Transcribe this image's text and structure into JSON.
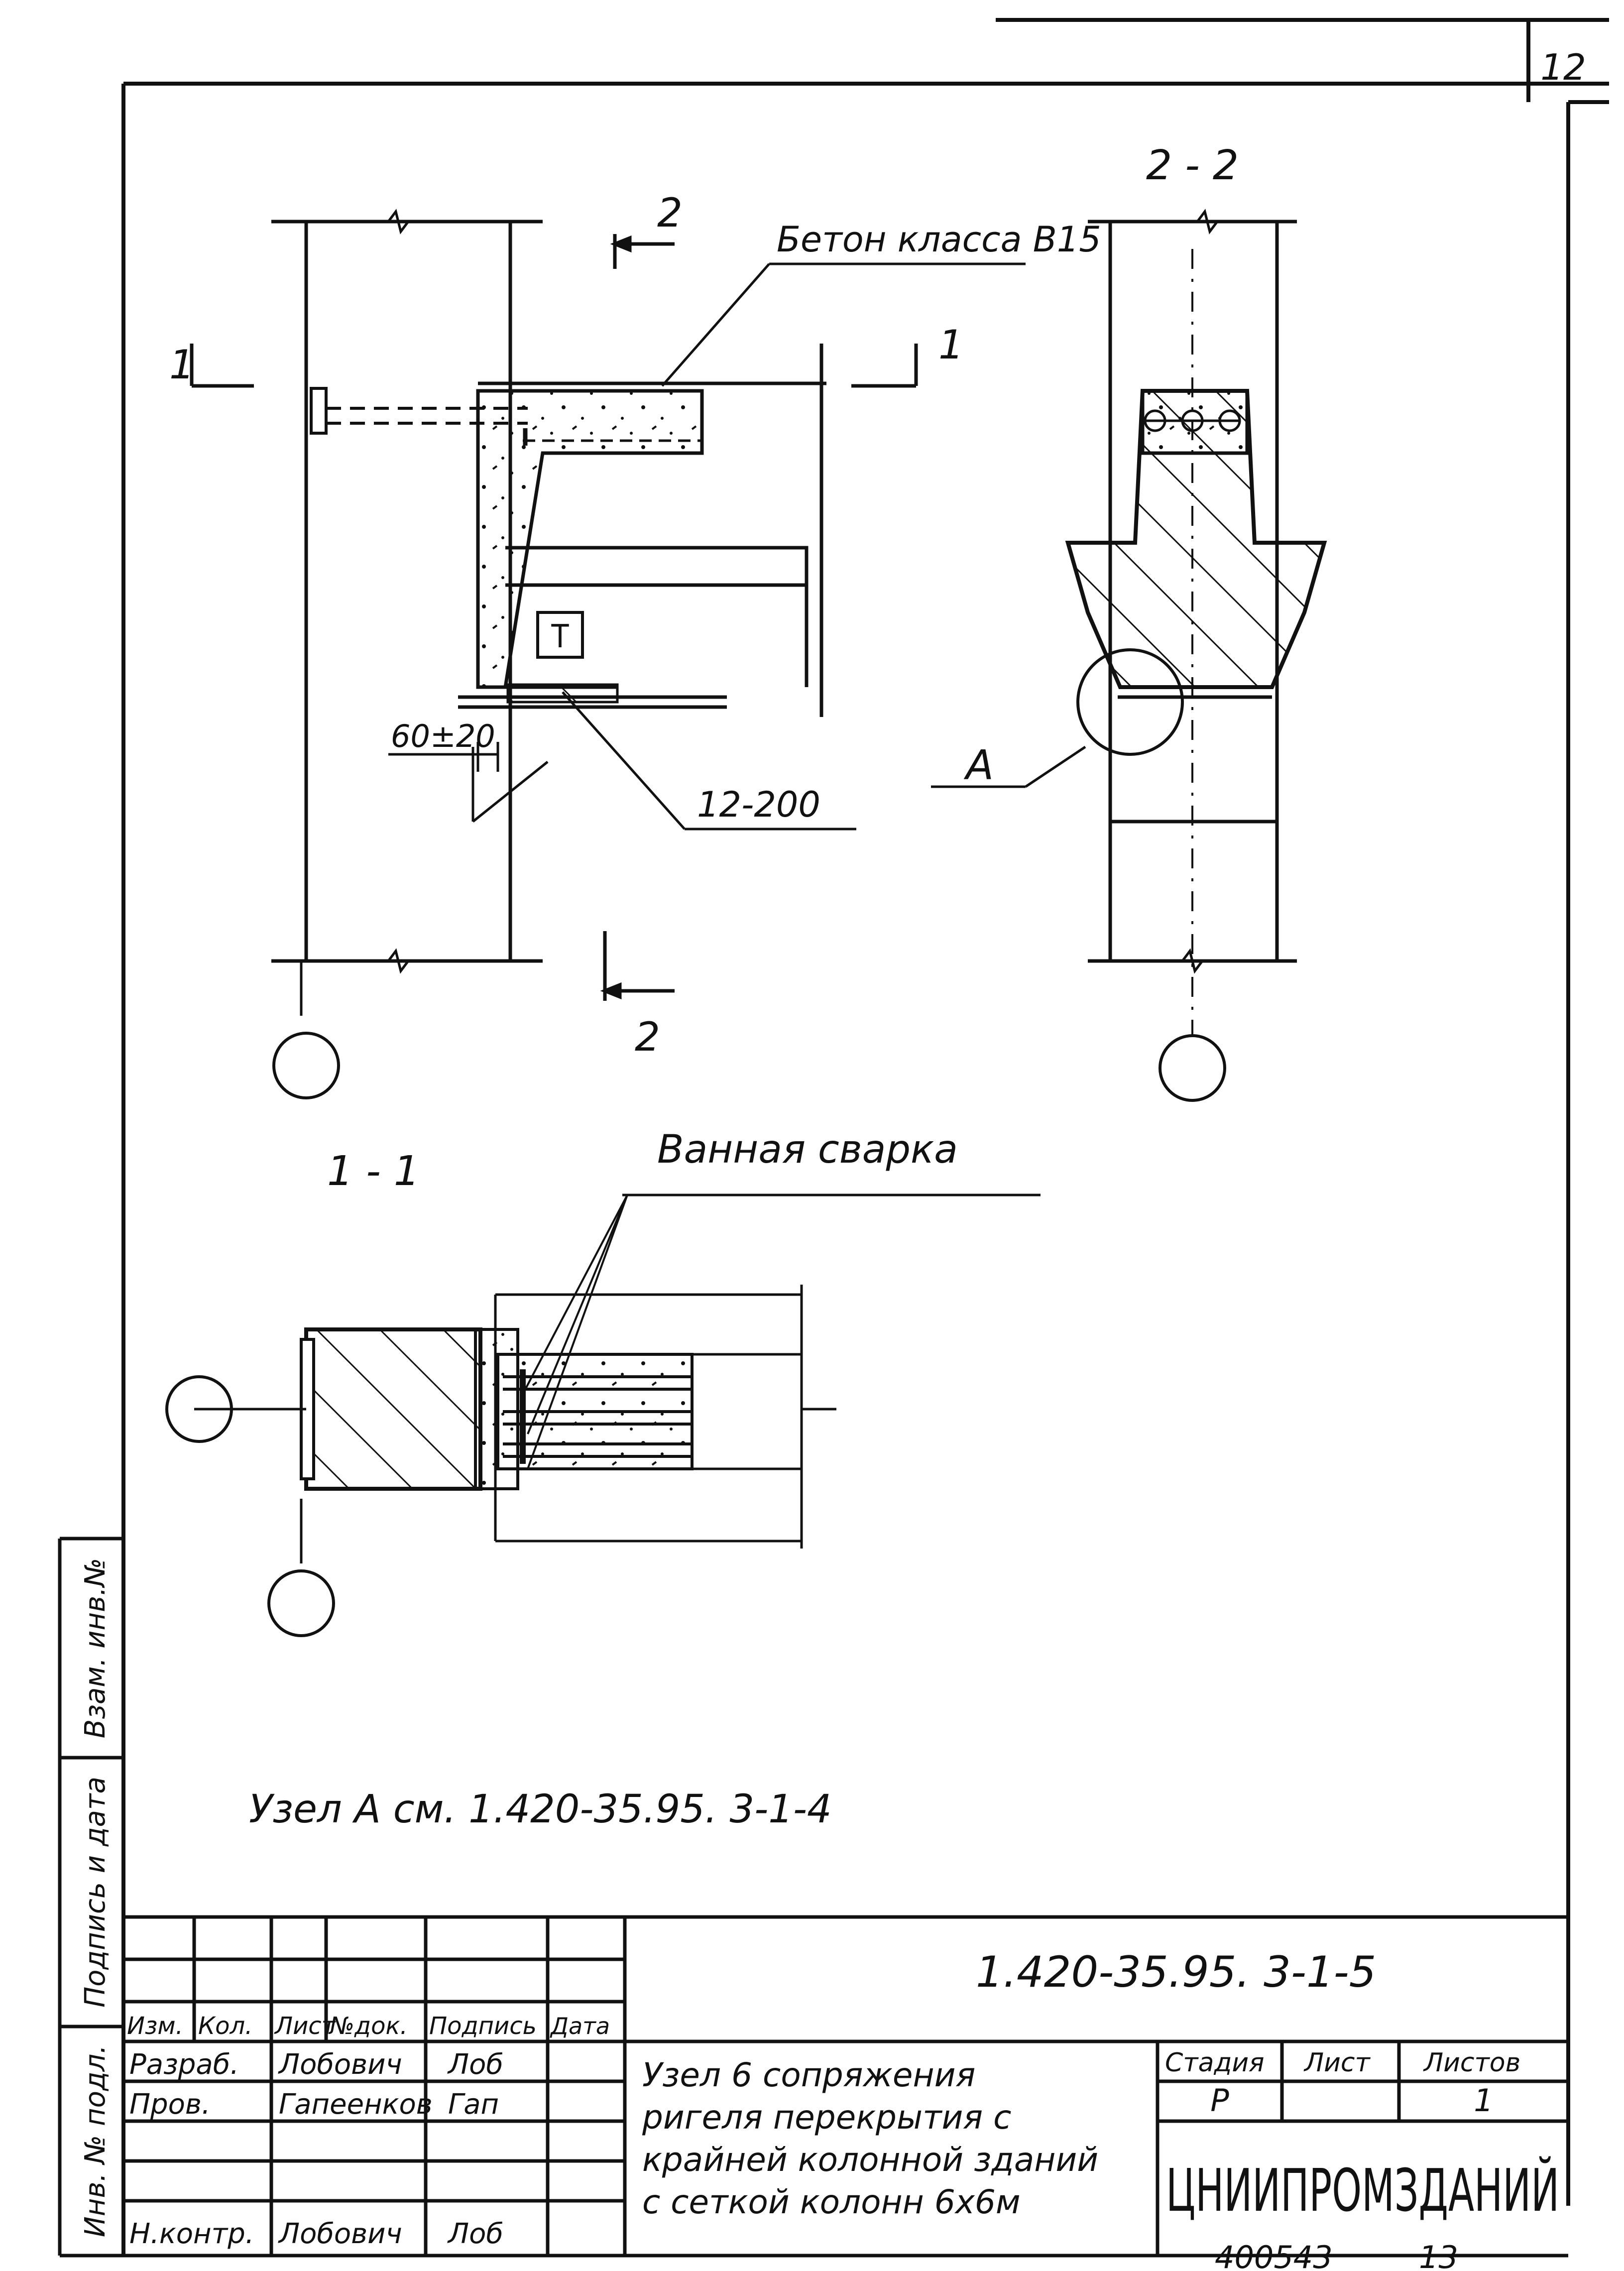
{
  "sheet": {
    "corner_number": "12",
    "bottom_codes": [
      "400543",
      "13"
    ]
  },
  "section_titles": {
    "s11": "1 - 1",
    "s22": "2 - 2"
  },
  "cut_marks": {
    "cut1_left": "1",
    "cut1_right": "1",
    "cut2_top": "2",
    "cut2_bottom": "2"
  },
  "annotations": {
    "concrete": "Бетон класса В15",
    "gap_dim": "60±20",
    "mesh": "12-200",
    "node_mark": "А",
    "element_mark": "Т",
    "welding": "Ванная сварка",
    "node_ref": "Узел  А   см. 1.420-35.95. 3-1-4"
  },
  "side_stamp": {
    "cells": [
      "Взам. инв.№",
      "Подпись и дата",
      "Инв. № подл."
    ]
  },
  "title_block": {
    "doc_code": "1.420-35.95. 3-1-5",
    "headers": [
      "Изм.",
      "Кол.",
      "Лист",
      "№док.",
      "Подпись",
      "Дата"
    ],
    "rows": [
      {
        "role": "Разраб.",
        "name": "Лобович",
        "sign": "Лоб"
      },
      {
        "role": "Пров.",
        "name": "Гапеенков",
        "sign": "Гап"
      },
      {
        "role": "Н.контр.",
        "name": "Лобович",
        "sign": "Лоб"
      }
    ],
    "title_lines": [
      "Узел 6  сопряжения",
      "ригеля перекрытия с",
      "крайней колонной зданий",
      "с сеткой колонн 6х6м"
    ],
    "stage_label": "Стадия",
    "sheet_label": "Лист",
    "sheets_label": "Листов",
    "stage": "Р",
    "sheets": "1",
    "org": "ЦНИИПРОМЗДАНИЙ"
  }
}
